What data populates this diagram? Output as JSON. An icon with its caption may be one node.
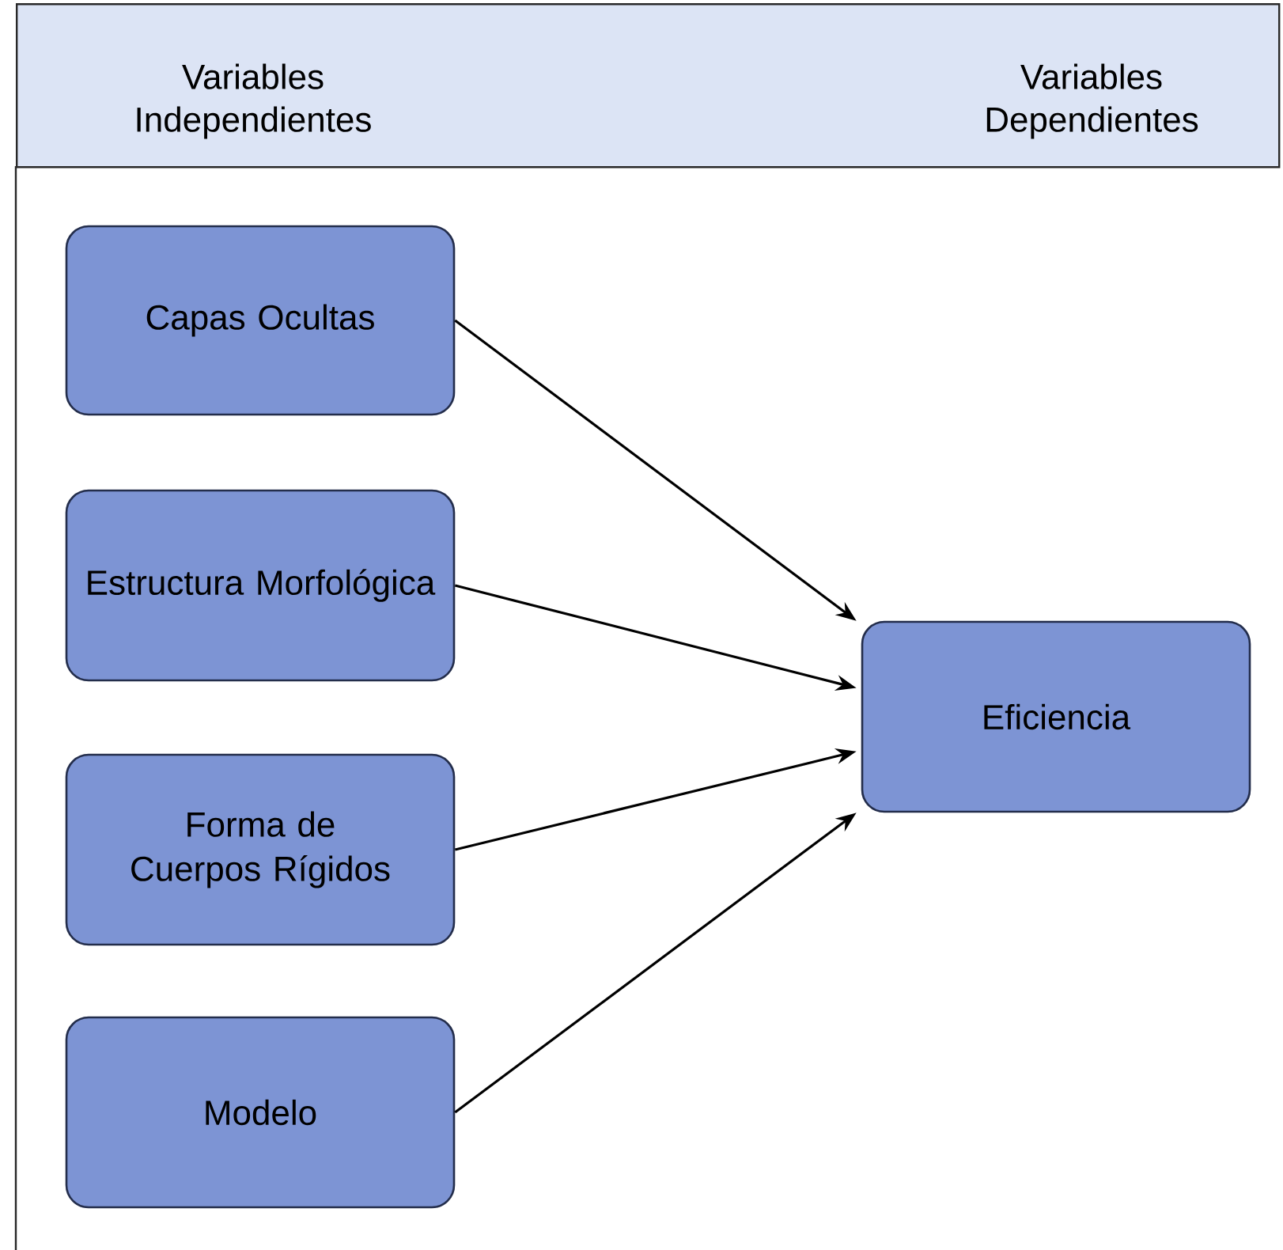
{
  "diagram": {
    "nodes": [
      {
        "text": [
          "Variables Independientes",
          "Variables Dependientes"
        ]
      },
      {
        "text": [
          "Capas Ocultas"
        ]
      },
      {
        "text": [
          "Estructura Morfológica"
        ]
      },
      {
        "text": [
          "Forma de Cuerpos Rígidos"
        ]
      },
      {
        "text": [
          "Modelo"
        ]
      },
      {
        "text": [
          "Eficiencia"
        ]
      }
    ],
    "edges": [
      {
        "from": 1,
        "to": 5,
        "arrow": "to"
      },
      {
        "from": 2,
        "to": 5,
        "arrow": "to"
      },
      {
        "from": 3,
        "to": 5,
        "arrow": "to"
      },
      {
        "from": 4,
        "to": 5,
        "arrow": "to"
      }
    ]
  }
}
